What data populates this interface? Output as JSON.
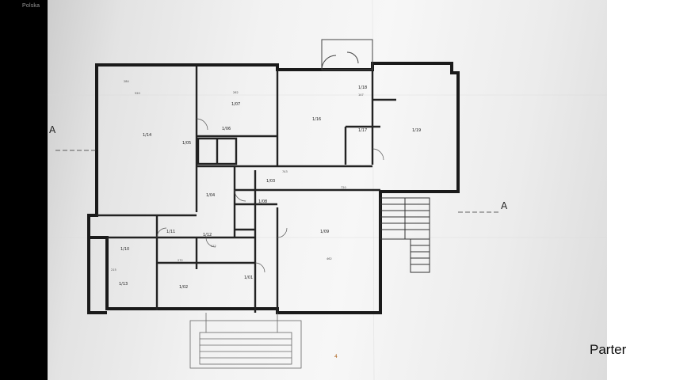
{
  "document": {
    "caption": "Parter",
    "watermark": "Polska",
    "page_number": "4",
    "section_marker": "A"
  },
  "rooms": [
    {
      "id": "1/14",
      "label": "1/14"
    },
    {
      "id": "1/07",
      "label": "1/07"
    },
    {
      "id": "1/16",
      "label": "1/16"
    },
    {
      "id": "1/18",
      "label": "1/18"
    },
    {
      "id": "1/19",
      "label": "1/19"
    },
    {
      "id": "1/17",
      "label": "1/17"
    },
    {
      "id": "1/06",
      "label": "1/06"
    },
    {
      "id": "1/05",
      "label": "1/05"
    },
    {
      "id": "1/03",
      "label": "1/03"
    },
    {
      "id": "1/04",
      "label": "1/04"
    },
    {
      "id": "1/09",
      "label": "1/09"
    },
    {
      "id": "1/08",
      "label": "1/08"
    },
    {
      "id": "1/11",
      "label": "1/11"
    },
    {
      "id": "1/12",
      "label": "1/12"
    },
    {
      "id": "1/10",
      "label": "1/10"
    },
    {
      "id": "1/13",
      "label": "1/13"
    },
    {
      "id": "1/02",
      "label": "1/02"
    },
    {
      "id": "1/01",
      "label": "1/01"
    }
  ],
  "dimensions": {
    "d284": "284",
    "d520": "520",
    "d262": "262",
    "d743": "743",
    "d720": "720",
    "d462": "462",
    "d272": "272",
    "d112": "112",
    "d147": "147",
    "d215": "215"
  }
}
